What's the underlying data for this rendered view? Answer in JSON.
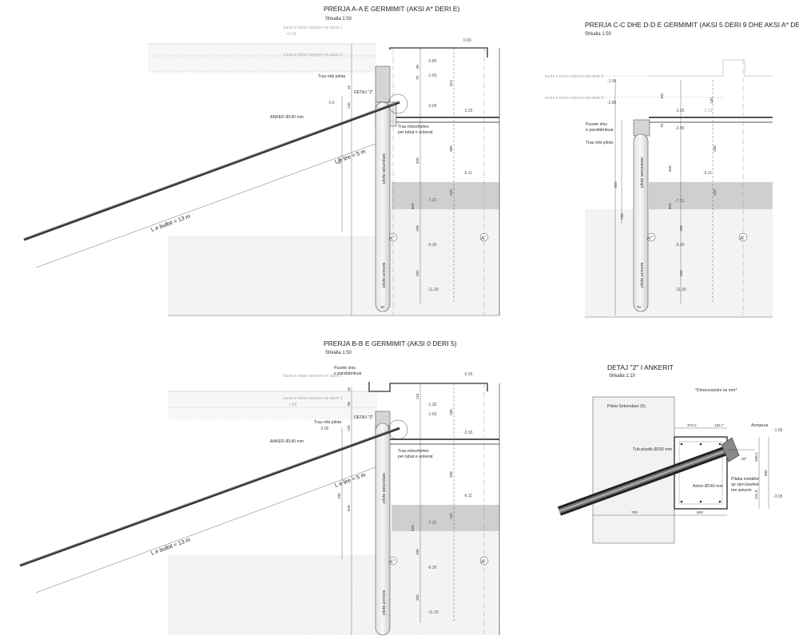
{
  "sections": {
    "aa": {
      "title": "PRERJA A-A E GERMIMIT  (AKSI A* DERI E)",
      "scale": "Shkalla 1:50",
      "anchor_label": "ANKER Ø140 mm",
      "free_length": "L e lire = 5 m",
      "bulb_length": "L e bulbit = 13 m",
      "detail_ref": "DETAJ \"2\"",
      "beam_label": "Trau mbi pilota",
      "support_beam": "Trau mbeshtetes",
      "support_beam_2": "per tubat e ankerat",
      "pile_secondary": "pilote sekondare",
      "pile_primary": "pilote primore",
      "axis_left": "A''",
      "axis_right": "A'",
      "ground_1": "kuota e tokes natyrore ne aksin 1",
      "ground_2": "kuota e tokes natyrore ne aksin 5",
      "elevations": [
        "0.00",
        "-0.85",
        "-1.65",
        "-3.05",
        "-3.25",
        "-6.11",
        "-7.31",
        "-9.30",
        "-11.30",
        "+0.18",
        "-1.6"
      ],
      "dims": [
        "70",
        "95",
        "140",
        "15",
        "313",
        "388",
        "408",
        "835",
        "120",
        "199",
        "200",
        "925",
        "30"
      ]
    },
    "cc": {
      "title": "PRERJA C-C DHE D-D E GERMIMIT  (AKSI 5 DERI 9 DHE AKSI A* DERI E)",
      "scale": "Shkalla 1:50",
      "ground_1": "kuota e tokes natyrore ne aksin 5",
      "ground_2": "kuota e tokes natyrore ne aksin 9",
      "well_label": "Pusete shiu",
      "well_label_2": "e parafabrikuar",
      "beam_label": "Trau mbi pilota",
      "pile_secondary": "pilote sekondare",
      "pile_primary": "pilote primore",
      "axis_left": "A''",
      "axis_right": "A'",
      "elevations": [
        "-1.95",
        "-2.85",
        "-3.25",
        "-3.95",
        "-6.11",
        "-7.31",
        "-9.30",
        "-11.30",
        "-3.23"
      ],
      "dims": [
        "192",
        "140",
        "70",
        "288",
        "406",
        "605",
        "735",
        "120",
        "199",
        "200",
        "925",
        "70"
      ]
    },
    "bb": {
      "title": "PRERJA B-B E GERMIMIT (AKSI 0 DERI 5)",
      "scale": "Shkalla 1:50",
      "anchor_label": "ANKER Ø140 mm",
      "free_length": "L e lire = 5 m",
      "bulb_length": "L e bulbit = 13 m",
      "detail_ref": "DETAJ \"2\"",
      "beam_label": "Trau mbi pilota",
      "support_beam": "Trau mbeshtetes",
      "support_beam_2": "per tubat e ankerat",
      "well_label": "Pusete shiu",
      "well_label_2": "e parafabrikuar",
      "pile_secondary": "pilote sekondare",
      "pile_primary": "pilote primore",
      "axis_left": "A''",
      "axis_right": "A'",
      "ground_1": "kuota e tokes natyrore ne aksin 1",
      "ground_2": "kuota e tokes natyrore ne aksin 5",
      "elevations": [
        "-0.05",
        "-1.35",
        "-1.65",
        "-1.85",
        "-3.05",
        "-3.33",
        "-6.11",
        "-7.31",
        "-9.30",
        "-11.30"
      ],
      "dims": [
        "15",
        "95",
        "140",
        "110",
        "288",
        "288",
        "735",
        "626",
        "925",
        "120",
        "199",
        "200"
      ]
    },
    "detail": {
      "title": "DETAJ \"2\" I ANKERIT",
      "scale": "Shkalla 1:10",
      "note": "*Dimensionimi ne mm*",
      "pile_label": "Pilota Sekondare (S)",
      "tube_label": "Tub plastik Ø150 mm",
      "anchor_label": "Anker Ø140 mm",
      "reinforcement": "Armatura",
      "plate_1": "Pllaka metalike",
      "plate_2": "qe vjen bashke",
      "plate_3": "me ankerin",
      "dim_top_1": "373.3",
      "dim_top_2": "126.7",
      "dim_bottom_1": "700",
      "dim_bottom_2": "500",
      "dim_right_1": "348.2",
      "dim_right_2": "231.8",
      "dim_right_3": "600",
      "angle": "20°",
      "elev_1": "-1.65",
      "elev_2": "-3.05"
    }
  }
}
